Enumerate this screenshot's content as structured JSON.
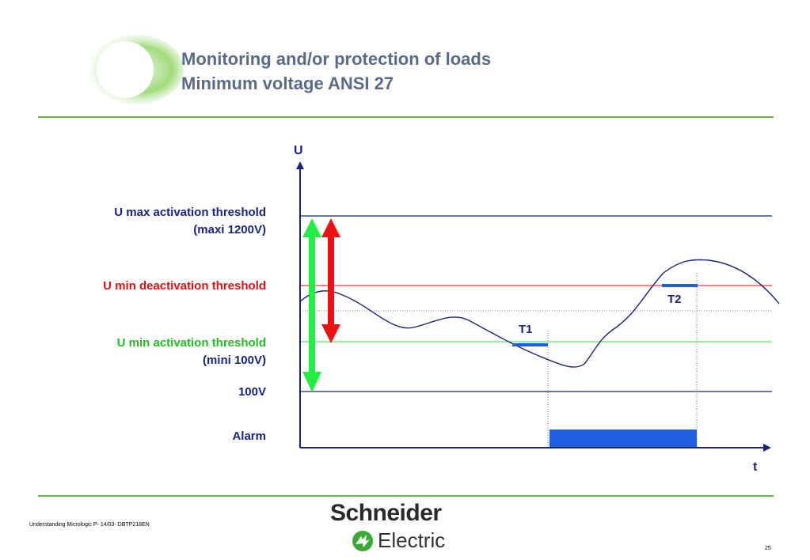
{
  "header": {
    "title_line1": "Monitoring and/or protection of loads",
    "title_line2": "Minimum voltage ANSI 27"
  },
  "diagram": {
    "y_axis_label": "U",
    "x_axis_label": "t",
    "labels": {
      "umax_line1": "U max activation threshold",
      "umax_line2": "(maxi 1200V)",
      "umin_deact": "U min deactivation threshold",
      "umin_act_line1": "U min activation threshold",
      "umin_act_line2": "(mini 100V)",
      "v100": "100V",
      "alarm": "Alarm"
    },
    "markers": {
      "t1": "T1",
      "t2": "T2"
    },
    "colors": {
      "navy": "#1a237e",
      "red": "#dd1111",
      "green": "#33dd33",
      "blue": "#1e5fe0",
      "arrow_green": "#22ee44",
      "arrow_red": "#ee1111"
    }
  },
  "footer": {
    "document": "Understanding Micrologic P- 14/03- DBTP218EN",
    "page": "25",
    "logo_line1": "Schneider",
    "logo_line2": "Electric"
  }
}
